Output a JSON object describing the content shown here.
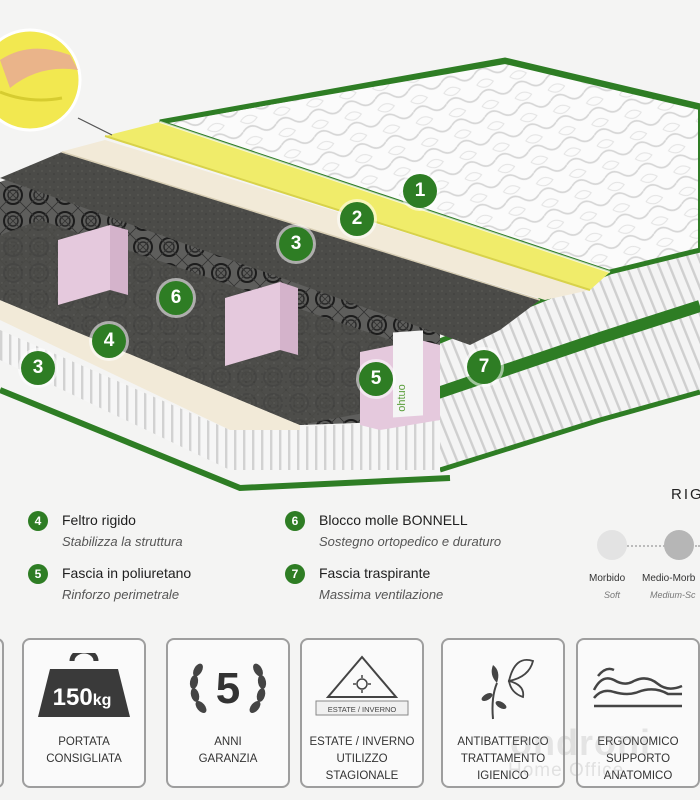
{
  "diagram": {
    "badges": [
      "1",
      "2",
      "3",
      "6",
      "4",
      "3",
      "5",
      "7"
    ],
    "brand_label": "ohtuo"
  },
  "legend": [
    {
      "num": "4",
      "title": "Feltro rigido",
      "subtitle": "Stabilizza la struttura"
    },
    {
      "num": "6",
      "title": "Blocco molle BONNELL",
      "subtitle": "Sostegno ortopedico e duraturo"
    },
    {
      "num": "5",
      "title": "Fascia in poliuretano",
      "subtitle": "Rinforzo perimetrale"
    },
    {
      "num": "7",
      "title": "Fascia traspirante",
      "subtitle": "Massima ventilazione"
    }
  ],
  "firmness": {
    "title": "RIG",
    "levels": [
      {
        "label": "Morbido",
        "sub": "Soft"
      },
      {
        "label": "Medio-Morb",
        "sub": "Medium-Sc"
      }
    ]
  },
  "features": [
    {
      "icon": "weight-icon",
      "value": "150",
      "unit": "kg",
      "lines": [
        "PORTATA",
        "CONSIGLIATA"
      ]
    },
    {
      "icon": "laurel-icon",
      "value": "5",
      "lines": [
        "ANNI",
        "GARANZIA"
      ]
    },
    {
      "icon": "season-icon",
      "icon_text": "ESTATE / INVERNO",
      "lines": [
        "ESTATE / INVERNO",
        "UTILIZZO",
        "STAGIONALE"
      ]
    },
    {
      "icon": "butterfly-flower-icon",
      "lines": [
        "ANTIBATTERICO",
        "TRATTAMENTO",
        "IGIENICO"
      ]
    },
    {
      "icon": "body-contour-icon",
      "lines": [
        "ERGONOMICO",
        "SUPPORTO",
        "ANATOMICO"
      ]
    }
  ],
  "watermark": {
    "line1": "ondroni",
    "line2": "Home Office"
  },
  "colors": {
    "green": "#2e7d24",
    "yellow": "#f0ec6a",
    "felt": "#4a4a47",
    "cream": "#f2ead8",
    "pink": "#e5c9dd"
  }
}
